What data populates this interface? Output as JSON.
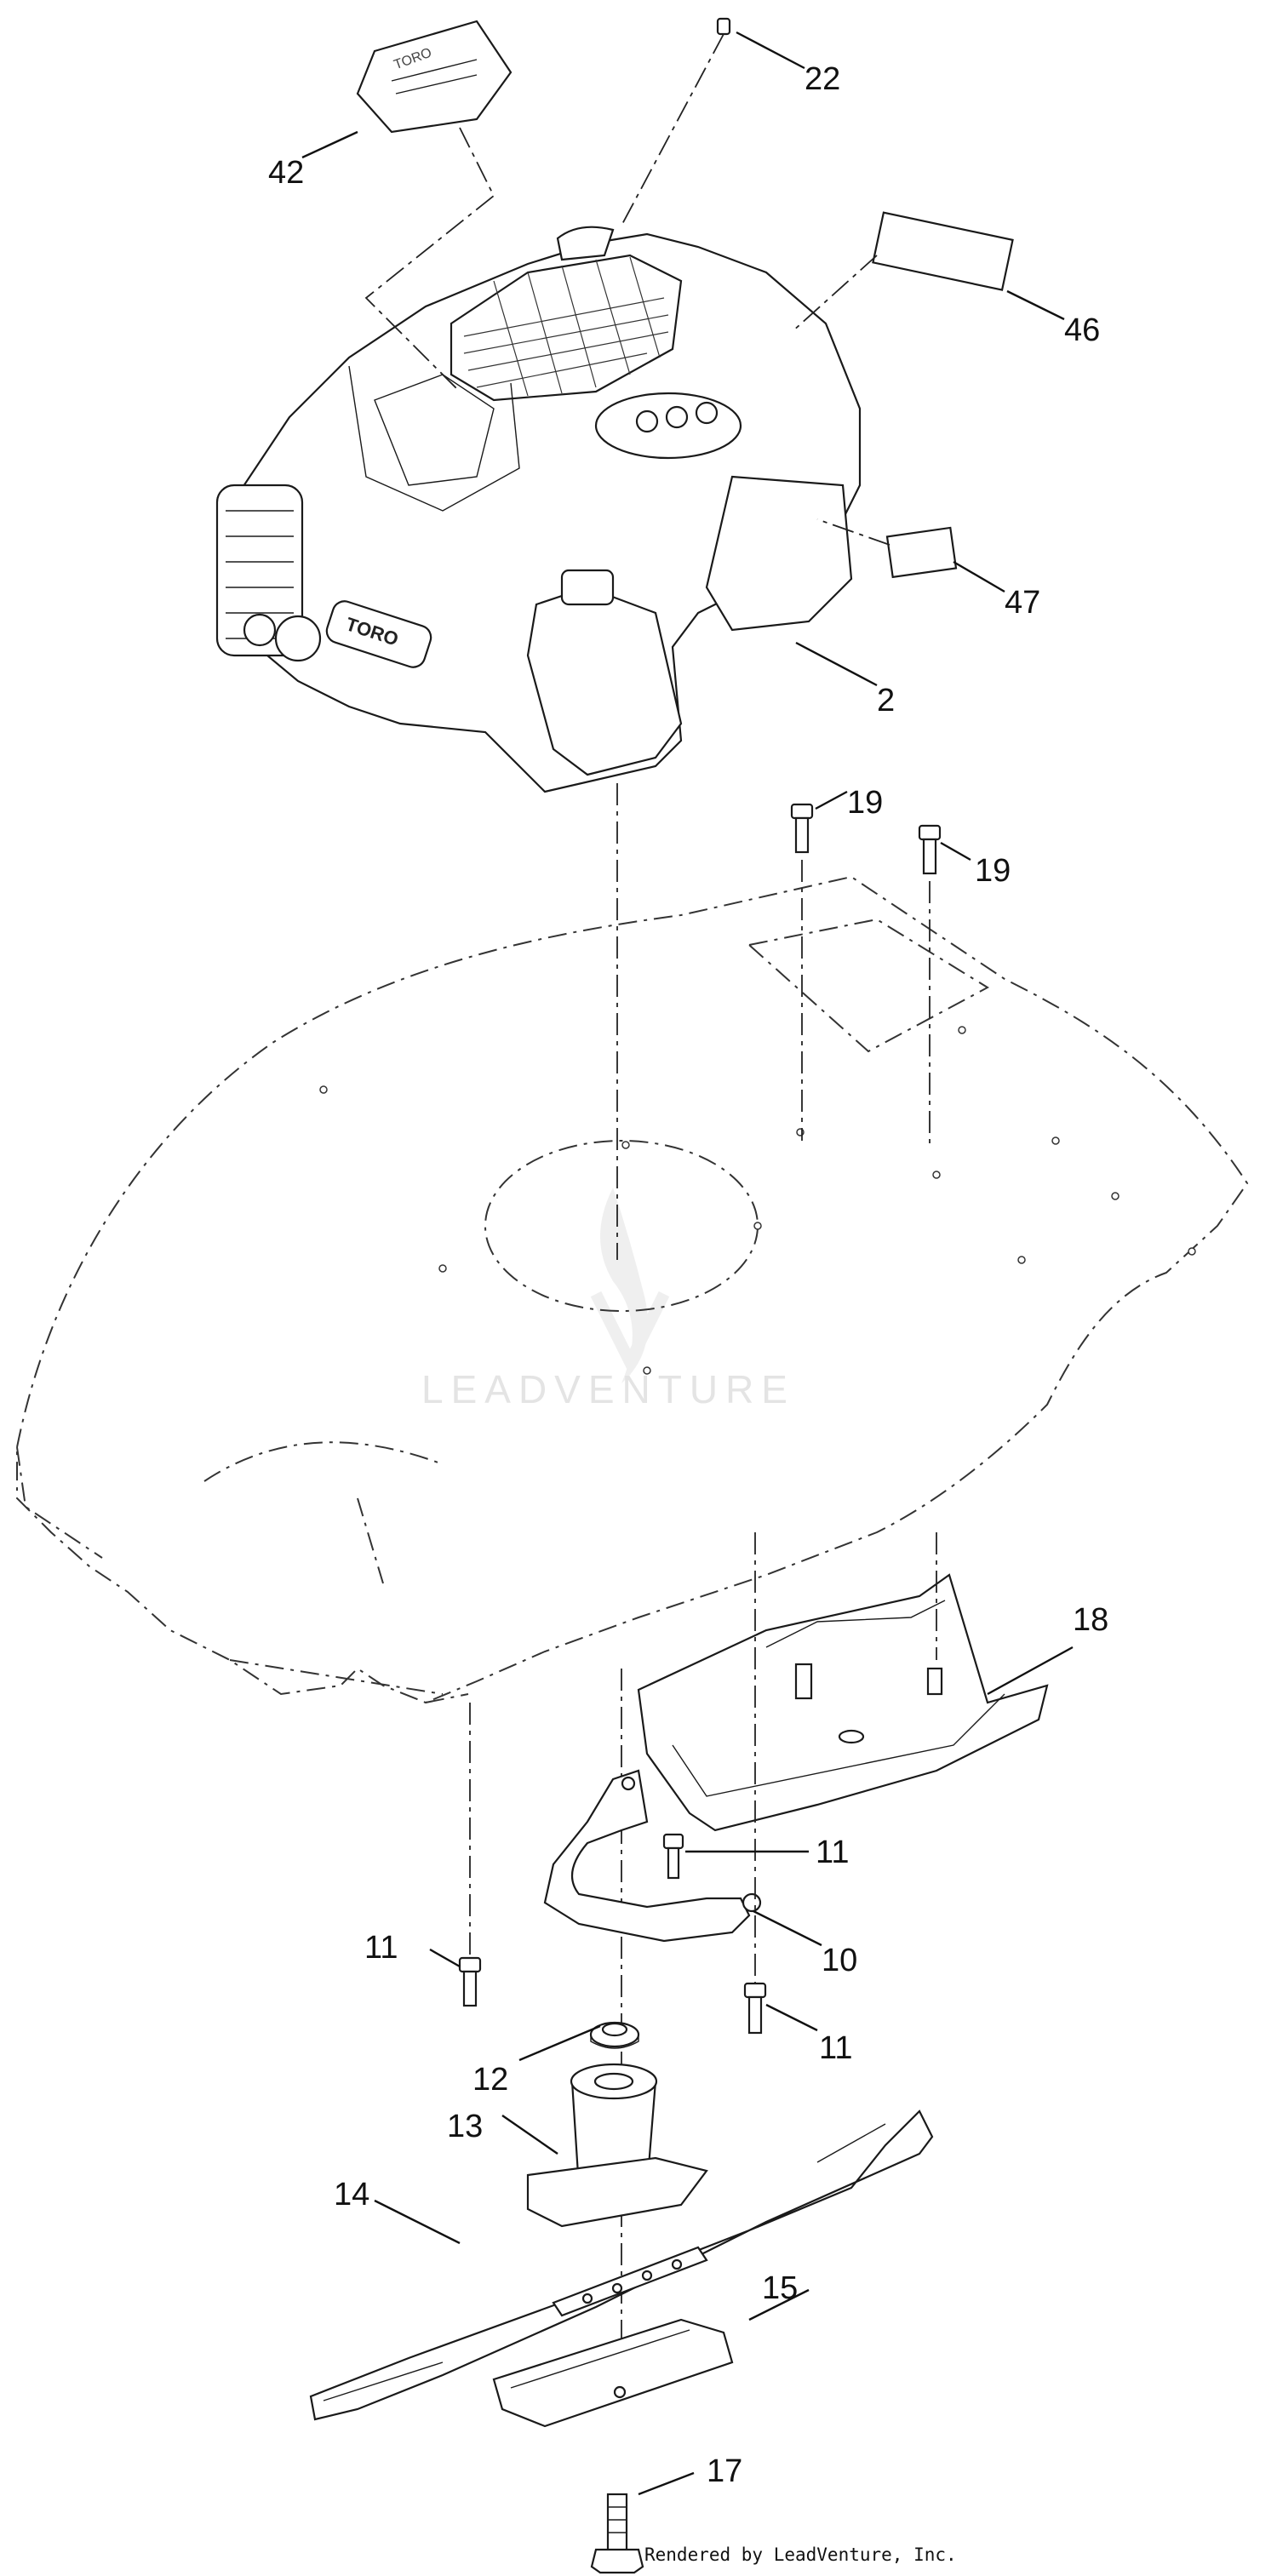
{
  "watermark": "LEADVENTURE",
  "credit": "Rendered by LeadVenture, Inc.",
  "callouts": {
    "c22": "22",
    "c42": "42",
    "c46": "46",
    "c47": "47",
    "c2": "2",
    "c19a": "19",
    "c19b": "19",
    "c18": "18",
    "c11a": "11",
    "c10": "10",
    "c11b": "11",
    "c11c": "11",
    "c12": "12",
    "c13": "13",
    "c14": "14",
    "c15": "15",
    "c17": "17"
  }
}
